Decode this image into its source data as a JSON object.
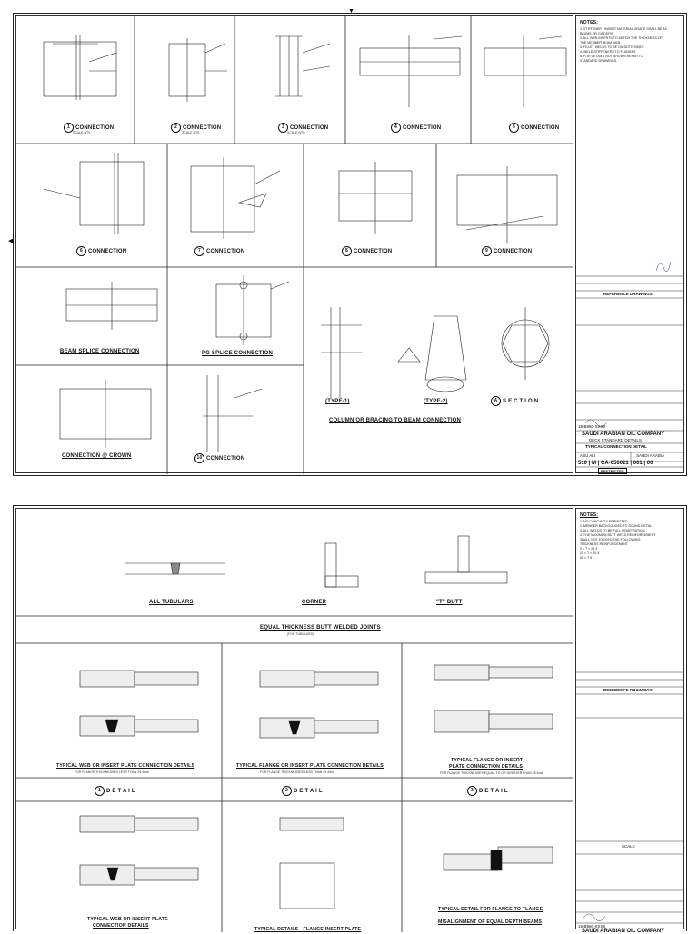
{
  "sheet1": {
    "row1": [
      "CONNECTION",
      "CONNECTION",
      "CONNECTION",
      "CONNECTION",
      "CONNECTION"
    ],
    "row1_nums": [
      "1",
      "2",
      "3",
      "4",
      "5"
    ],
    "row2": [
      "CONNECTION",
      "CONNECTION",
      "CONNECTION",
      "CONNECTION"
    ],
    "row2_nums": [
      "6",
      "7",
      "8",
      "9"
    ],
    "beam_splice": "BEAM SPLICE CONNECTION",
    "pg_splice": "PG SPLICE CONNECTION",
    "crown": "CONNECTION @ CROWN",
    "conn10": "CONNECTION",
    "conn10_num": "10",
    "type1": "(TYPE-1)",
    "type2": "(TYPE-2)",
    "section_letter": "A",
    "section": "S E C T I O N",
    "column_bracing": "COLUMN OR BRACING TO BEAM CONNECTION",
    "scale_label": "SCALE",
    "scale_value": "NTS",
    "notes_title": "NOTES:",
    "notes": [
      "1. STIFFENER / INSERT MATERIAL GRADE SHALL BE AS",
      "   BEAMS OR GIRDERS.",
      "2. ALL WEB INSERTS TO MATCH THE THICKNESS OF",
      "   THE MEMBER BEAM WEB.",
      "3. FILLET WELDS TO BE ON BOTH SIDES.",
      "4. WELD STIFFENERS TO FLANGES.",
      "5. FOR DETAILS NOT SHOWN REFER TO",
      "   STANDARD DRAWINGS."
    ],
    "ref_drawings": "REFERENCE DRAWINGS",
    "company": "SAUDI ARABIAN OIL COMPANY",
    "title1": "DECK STANDARD DETAILS",
    "title2": "TYPICAL CONNECTION DETAIL",
    "location": "ABU ALI",
    "country": "SAUDI ARABIA",
    "dwg_prefix": "510 | M",
    "dwg_no": "CA-656021",
    "sheet_no": "001",
    "rev": "00",
    "restricted": "RESTRICTED",
    "job": "18-B950-XXXX"
  },
  "sheet2": {
    "all_tubulars": "ALL TUBULARS",
    "corner": "CORNER",
    "tbutt": "\"T\" BUTT",
    "equal_thickness": "EQUAL THICKNESS BUTT WELDED JOINTS",
    "equal_sub": "(FOR TUBULARS)",
    "web_insert": "TYPICAL WEB OR INSERT PLATE CONNECTION DETAILS",
    "web_insert_sub": "FOR FLANGE THICKNESSES LESS THAN 25.4mm",
    "flange_insert": "TYPICAL FLANGE OR INSERT PLATE CONNECTION DETAILS",
    "flange_insert_sub": "FOR FLANGE THICKNESSES LESS THAN 25.4mm",
    "flange_insert3a": "TYPICAL FLANGE OR INSERT",
    "flange_insert3b": "PLATE CONNECTION DETAILS",
    "flange_insert3_sub": "FOR FLANGE THICKNESSES EQUAL TO OR GREATER THAN 25.4mm",
    "detail": "D E T A I L",
    "detail_nums": [
      "1",
      "2",
      "3"
    ],
    "web_insert2a": "TYPICAL WEB OR INSERT PLATE",
    "web_insert2b": "CONNECTION DETAILS",
    "typical_flange_insert": "TYPICAL DETAILS - FLANGE INSERT PLATE",
    "flange_to_flange": "TYPICAL DETAIL FOR FLANGE TO FLANGE",
    "misalignment": "MISALIGNMENT OF EQUAL DEPTH BEAMS",
    "notes_title": "NOTES:",
    "notes": [
      "1. NO CONCAVITY PERMITTED.",
      "2. MEMBER BACKGOUGED TO SOUND METAL.",
      "3. ALL WELDS TO BE FULL PENETRATION.",
      "4. THE MAXIMUM BUTT WELD REINFORCEMENT",
      "   SHALL NOT EXCEED THE FOLLOWING:",
      "   THICKNESS       REINFORCEMENT",
      "   0 < T < 25           3",
      "   25 < T < 50          4",
      "   50 < T               5"
    ],
    "ref_drawings": "REFERENCE DRAWINGS",
    "company": "SAUDI ARABIAN OIL COMPANY",
    "job": "18-B950-XXXX",
    "scale_box": "SCALE"
  }
}
